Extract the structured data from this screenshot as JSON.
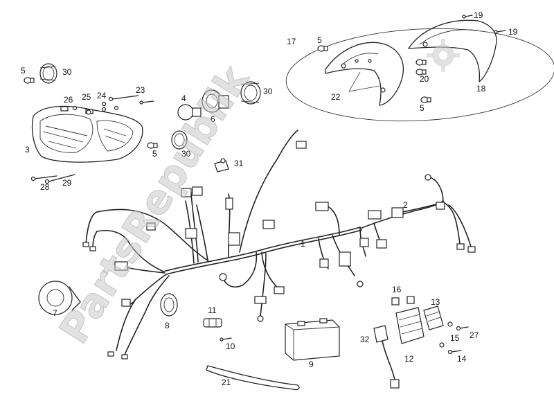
{
  "diagram": {
    "labels": [
      "1",
      "2",
      "3",
      "4",
      "5",
      "5",
      "5",
      "5",
      "6",
      "7",
      "8",
      "9",
      "10",
      "11",
      "12",
      "13",
      "14",
      "15",
      "16",
      "17",
      "18",
      "19",
      "19",
      "20",
      "21",
      "22",
      "23",
      "24",
      "25",
      "26",
      "27",
      "28",
      "29",
      "30",
      "30",
      "30",
      "31",
      "32"
    ],
    "watermark": "PartsRepublik",
    "colors": {
      "line": "#222222",
      "watermark": "#c8c8c8",
      "background": "#ffffff"
    }
  }
}
